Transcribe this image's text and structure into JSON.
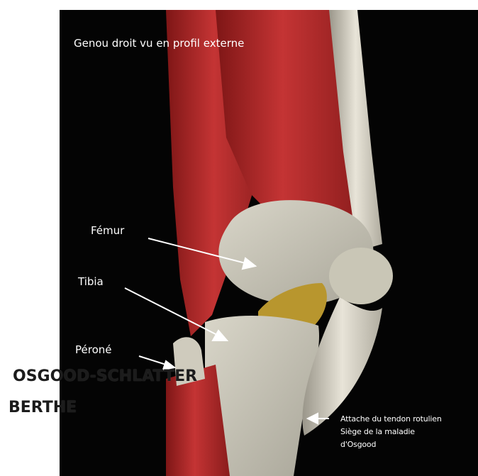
{
  "illustration": {
    "title": "Genou droit vu en profil externe",
    "labels": {
      "femur": "Fémur",
      "tibia": "Tibia",
      "perone": "Péroné",
      "attache_line1": "Attache du tendon rotulien",
      "attache_line2": "Siège de la maladie",
      "attache_line3": "d'Osgood"
    }
  },
  "overlay": {
    "line1": "OSGOOD-SCHLATTER",
    "line2": "BERTHE"
  },
  "colors": {
    "background": "#040404",
    "muscle": "#b52a2a",
    "bone": "#c8c5b8",
    "fat_pad": "#b8962e",
    "tendon": "#ddd8cc"
  }
}
